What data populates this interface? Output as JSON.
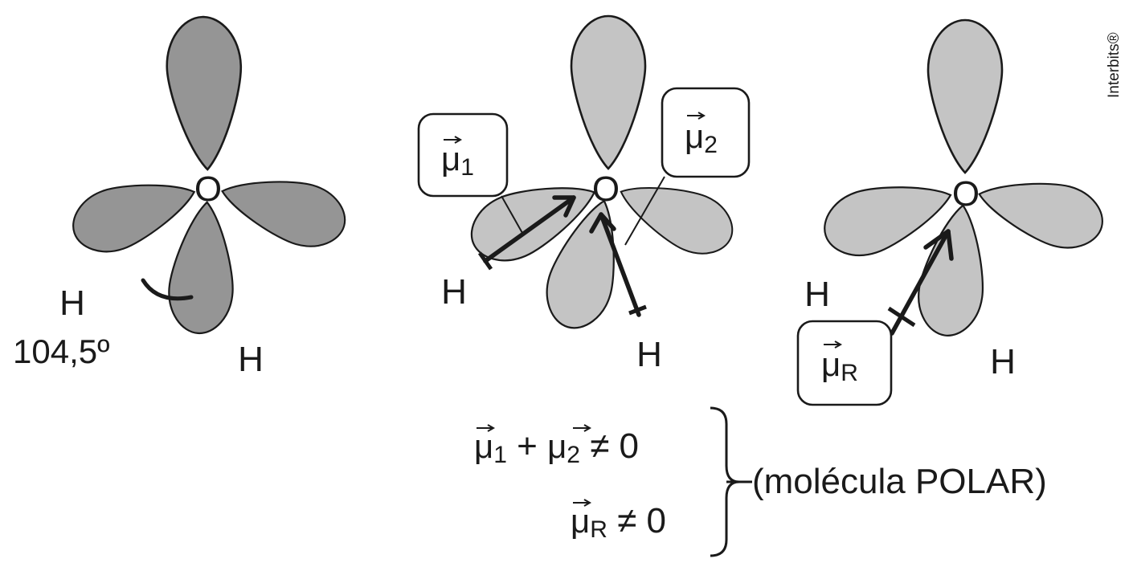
{
  "labels": {
    "oxygen": "O",
    "hydrogen": "H",
    "bond_angle": "104,5º",
    "mu_symbol": "μ",
    "sub_1": "1",
    "sub_2": "2",
    "sub_R": "R",
    "plus": "+",
    "neq_zero": "≠ 0",
    "conclusion": "(molécula POLAR)",
    "credit": "Interbits®"
  },
  "colors": {
    "lobe_dark": "#959595",
    "lobe_light": "#c4c4c4",
    "ink": "#1a1a1a"
  }
}
